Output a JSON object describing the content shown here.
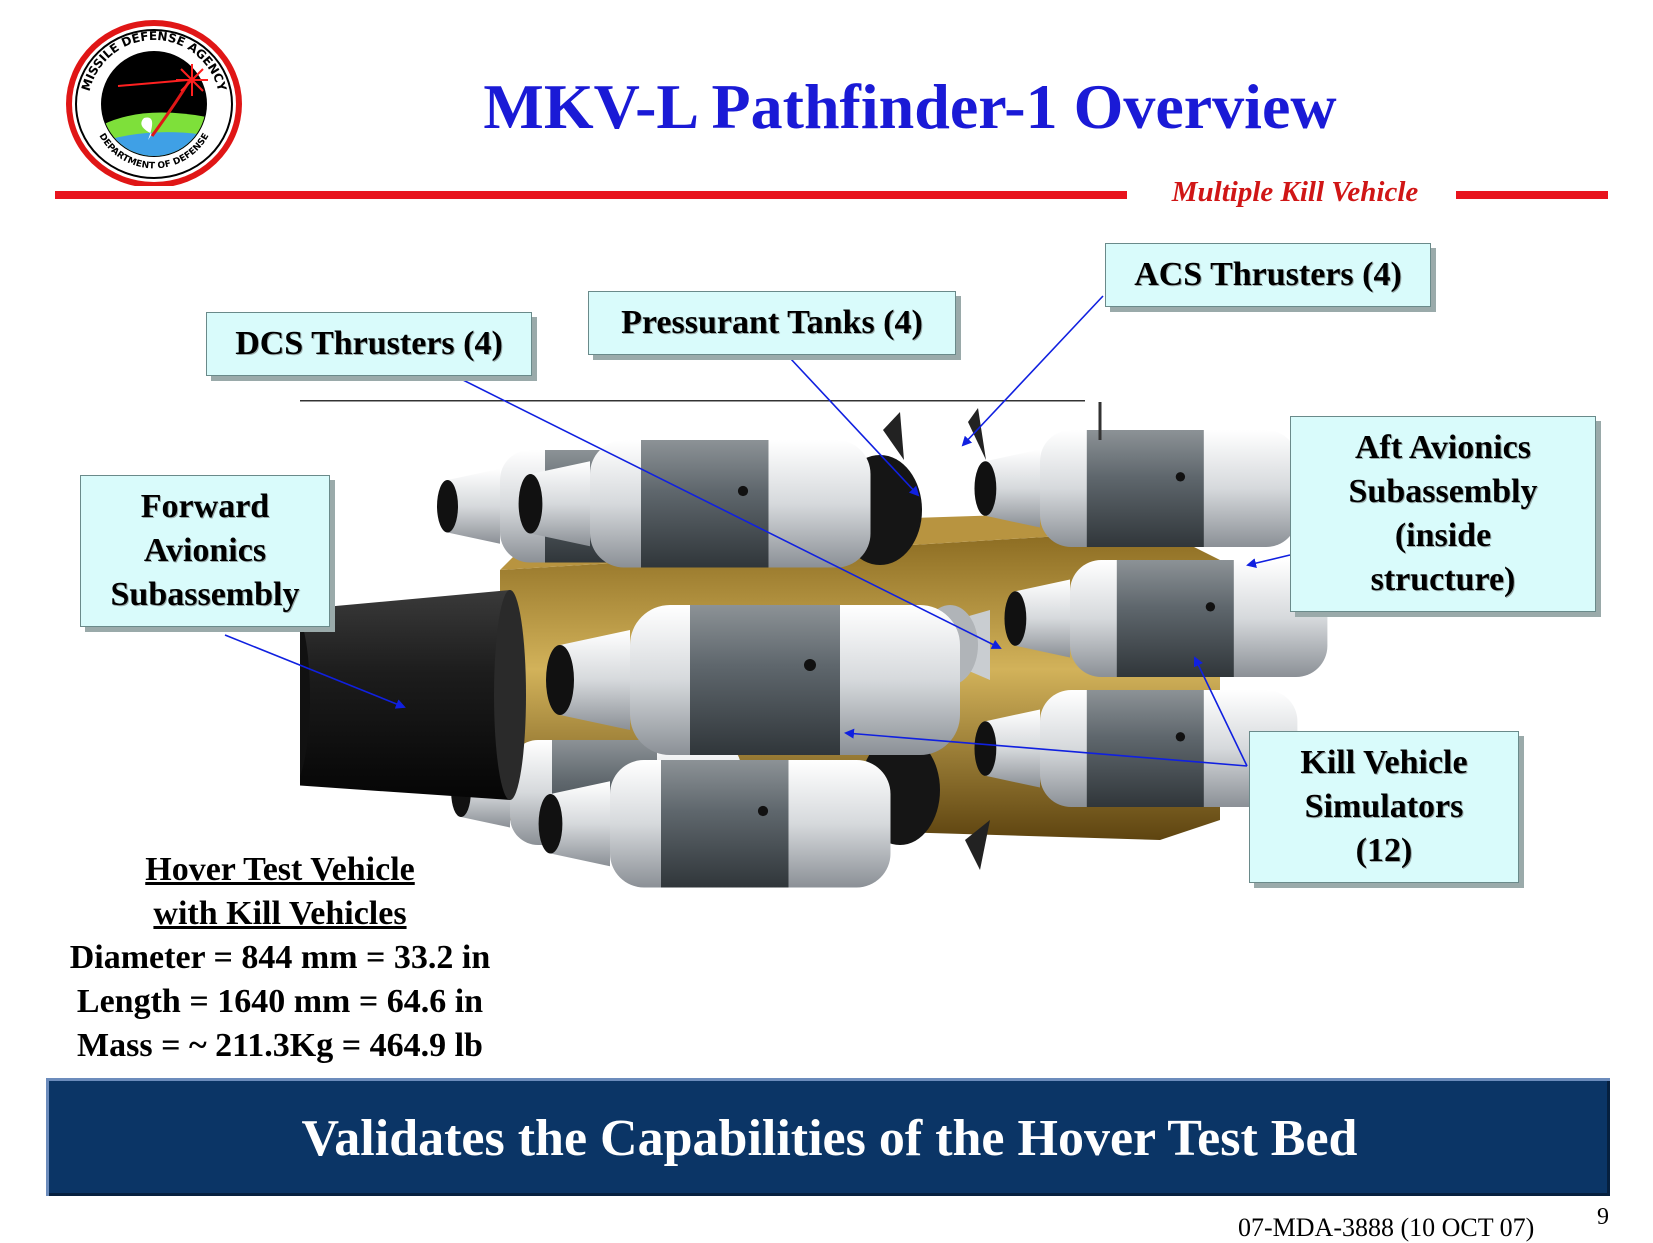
{
  "header": {
    "title": "MKV-L Pathfinder-1 Overview",
    "subtitle": "Multiple Kill Vehicle",
    "logo": {
      "name": "missile-defense-agency-seal",
      "top_text": "MISSILE DEFENSE AGENCY",
      "bottom_text": "DEPARTMENT OF DEFENSE"
    }
  },
  "callouts": {
    "dcs": "DCS Thrusters (4)",
    "pressurant": "Pressurant Tanks (4)",
    "acs": "ACS Thrusters (4)",
    "forward": [
      "Forward",
      "Avionics",
      "Subassembly"
    ],
    "aft": [
      "Aft Avionics",
      "Subassembly",
      "(inside",
      "structure)"
    ],
    "kill": [
      "Kill Vehicle",
      "Simulators",
      "(12)"
    ]
  },
  "specs": {
    "heading1": "Hover Test Vehicle",
    "heading2": "with Kill Vehicles",
    "diameter": "Diameter = 844 mm = 33.2 in",
    "length": "Length = 1640 mm = 64.6 in",
    "mass": "Mass = ~ 211.3Kg = 464.9 lb"
  },
  "banner": "Validates the Capabilities of the Hover Test Bed",
  "footer": {
    "doc_id": "07-MDA-3888 (10 OCT 07)",
    "page": "9"
  },
  "colors": {
    "title": "#1a1ad6",
    "rule": "#e8141e",
    "subtitle": "#d01616",
    "callout_bg": "#d9fbfb",
    "banner_bg": "#0b3566",
    "pointer": "#1020e0"
  }
}
